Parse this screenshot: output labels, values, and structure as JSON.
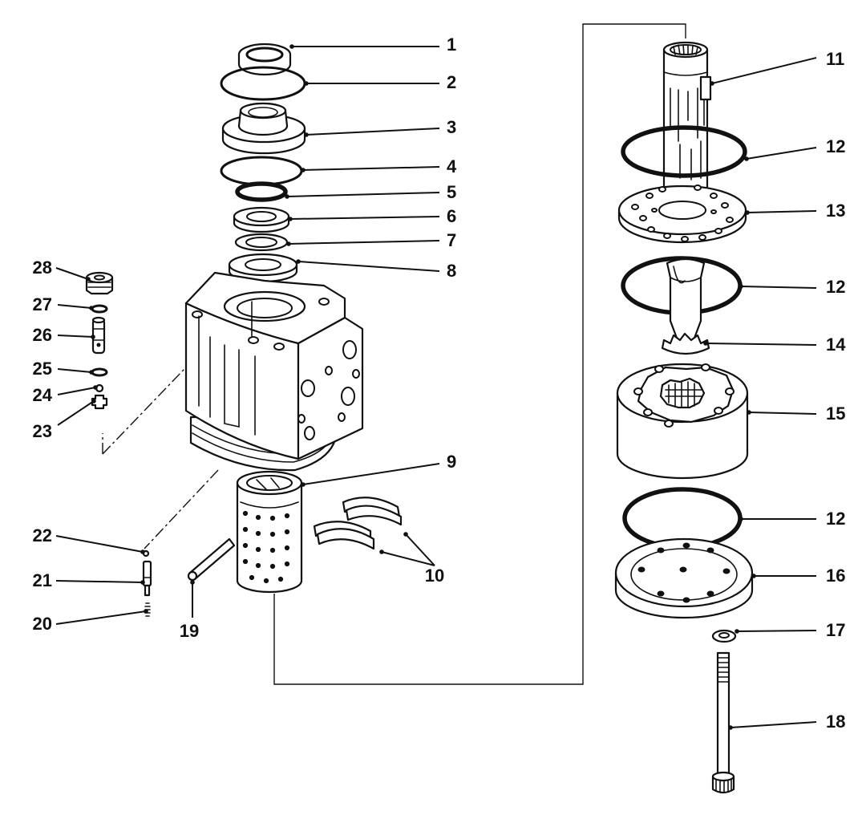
{
  "diagram": {
    "callouts": [
      {
        "id": "1",
        "label": "1"
      },
      {
        "id": "2",
        "label": "2"
      },
      {
        "id": "3",
        "label": "3"
      },
      {
        "id": "4",
        "label": "4"
      },
      {
        "id": "5",
        "label": "5"
      },
      {
        "id": "6",
        "label": "6"
      },
      {
        "id": "7",
        "label": "7"
      },
      {
        "id": "8",
        "label": "8"
      },
      {
        "id": "9",
        "label": "9"
      },
      {
        "id": "10",
        "label": "10"
      },
      {
        "id": "11",
        "label": "11"
      },
      {
        "id": "12a",
        "label": "12"
      },
      {
        "id": "13",
        "label": "13"
      },
      {
        "id": "12b",
        "label": "12"
      },
      {
        "id": "14",
        "label": "14"
      },
      {
        "id": "15",
        "label": "15"
      },
      {
        "id": "12c",
        "label": "12"
      },
      {
        "id": "16",
        "label": "16"
      },
      {
        "id": "17",
        "label": "17"
      },
      {
        "id": "18",
        "label": "18"
      },
      {
        "id": "19",
        "label": "19"
      },
      {
        "id": "20",
        "label": "20"
      },
      {
        "id": "21",
        "label": "21"
      },
      {
        "id": "22",
        "label": "22"
      },
      {
        "id": "23",
        "label": "23"
      },
      {
        "id": "24",
        "label": "24"
      },
      {
        "id": "25",
        "label": "25"
      },
      {
        "id": "26",
        "label": "26"
      },
      {
        "id": "27",
        "label": "27"
      },
      {
        "id": "28",
        "label": "28"
      }
    ]
  }
}
